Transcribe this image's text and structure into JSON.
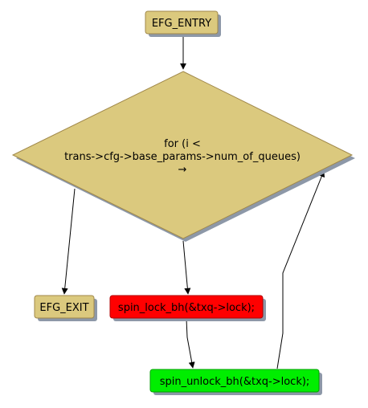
{
  "diagram": {
    "nodes": {
      "entry": {
        "label": "EFG_ENTRY",
        "fill": "#dbc97e"
      },
      "loop": {
        "lines": [
          "for (i <",
          "trans->cfg->base_params->num_of_queues)",
          "→"
        ],
        "fill": "#dbc97e"
      },
      "exit": {
        "label": "EFG_EXIT",
        "fill": "#dbc97e"
      },
      "lock": {
        "label": "spin_lock_bh(&txq->lock);",
        "fill": "#ff0000"
      },
      "unlock": {
        "label": "spin_unlock_bh(&txq->lock);",
        "fill": "#00ee00"
      }
    },
    "colors": {
      "shadow": "#8d98a8",
      "border": "#a0884a",
      "edge": "#000000"
    }
  }
}
